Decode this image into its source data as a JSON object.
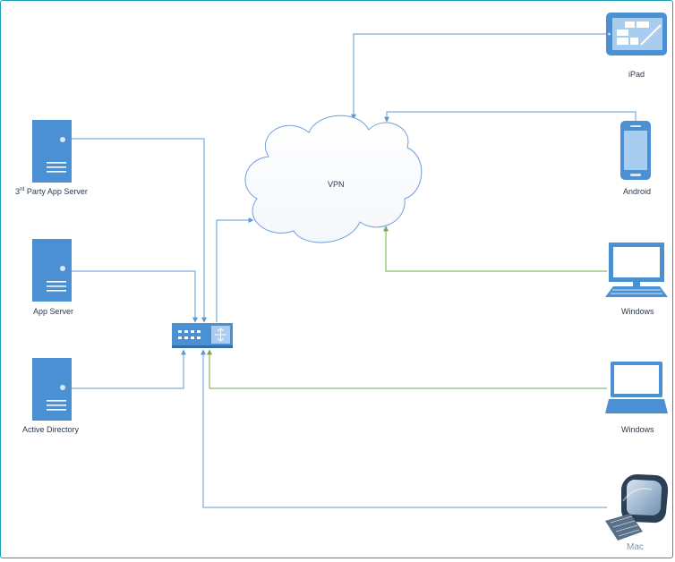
{
  "cloud": {
    "label": "VPN"
  },
  "servers": [
    {
      "label_base": "3",
      "label_sup": "rd",
      "label_rest": " Party App Server"
    },
    {
      "label": "App Server"
    },
    {
      "label": "Active Directory"
    }
  ],
  "devices": [
    {
      "label": "iPad"
    },
    {
      "label": "Android"
    },
    {
      "label": "Windows"
    },
    {
      "label": "Windows"
    },
    {
      "label": "Mac"
    }
  ],
  "colors": {
    "frame": "#1f9fb3",
    "device": "#4a90d2",
    "connector_blue": "#5b9bd5",
    "connector_green": "#70ad47",
    "cloud_stroke": "#6f9fd8"
  }
}
